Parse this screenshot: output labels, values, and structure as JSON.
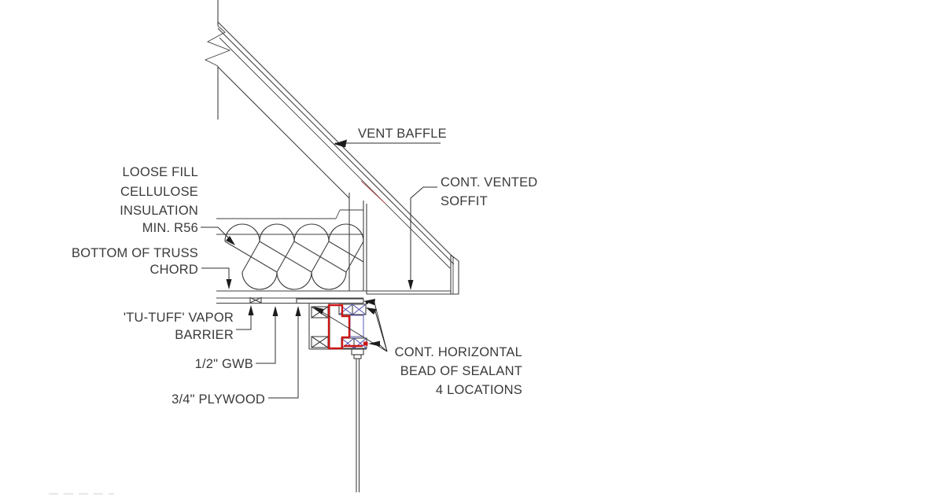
{
  "diagram": {
    "type": "construction-detail-section",
    "labels": {
      "vent_baffle": "VENT BAFFLE",
      "loose_fill_1": "LOOSE FILL",
      "loose_fill_2": "CELLULOSE",
      "loose_fill_3": "INSULATION",
      "loose_fill_4": "MIN. R56",
      "bottom_chord_1": "BOTTOM OF TRUSS",
      "bottom_chord_2": "CHORD",
      "vapor_barrier_1": "'TU-TUFF' VAPOR",
      "vapor_barrier_2": "BARRIER",
      "gwb": "1/2\" GWB",
      "plywood": "3/4\" PLYWOOD",
      "vented_soffit_1": "CONT. VENTED",
      "vented_soffit_2": "SOFFIT",
      "sealant_1": "CONT. HORIZONTAL",
      "sealant_2": "BEAD OF SEALANT",
      "sealant_3": "4 LOCATIONS"
    },
    "colors": {
      "line": "#3f3f3f",
      "text": "#3a3a3a",
      "sealant_red": "#cc1414",
      "insulation_blue": "#4848ac",
      "vapor_cyan": "#8fd8ea",
      "baffle_red": "#c05050"
    }
  }
}
